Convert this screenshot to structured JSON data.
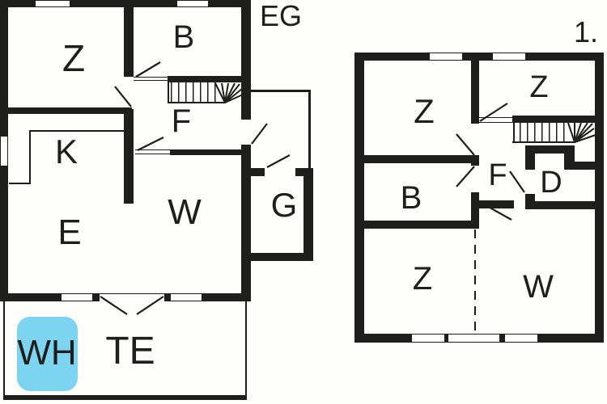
{
  "colors": {
    "ink": "#1e1e1c",
    "paper": "#fdfdfc",
    "highlight": "#7dd4f1"
  },
  "floors": {
    "eg": {
      "floor_label": "EG",
      "rooms": [
        {
          "key": "bedroom",
          "label": "Z"
        },
        {
          "key": "bathroom",
          "label": "B"
        },
        {
          "key": "hallway",
          "label": "F"
        },
        {
          "key": "kitchen",
          "label": "K"
        },
        {
          "key": "dining",
          "label": "E"
        },
        {
          "key": "living",
          "label": "W"
        },
        {
          "key": "storage",
          "label": "G"
        },
        {
          "key": "terrace",
          "label": "TE"
        },
        {
          "key": "whirlpool",
          "label": "WH"
        }
      ]
    },
    "og": {
      "floor_label": "1.",
      "rooms": [
        {
          "key": "bedroom-1",
          "label": "Z"
        },
        {
          "key": "bedroom-2",
          "label": "Z"
        },
        {
          "key": "bathroom",
          "label": "B"
        },
        {
          "key": "hallway",
          "label": "F"
        },
        {
          "key": "shower",
          "label": "D"
        },
        {
          "key": "bedroom-3",
          "label": "Z"
        },
        {
          "key": "living",
          "label": "W"
        }
      ]
    }
  }
}
